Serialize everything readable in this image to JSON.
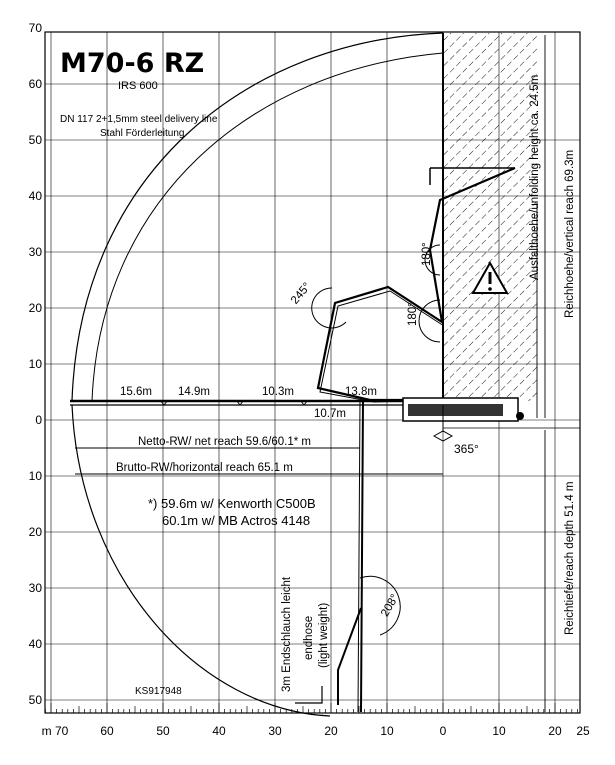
{
  "header": {
    "model": "M70-6 RZ",
    "irs": "IRS 600",
    "delivery_line_1": "DN 117 2+1,5mm steel delivery line",
    "delivery_line_2": "Stahl Förderleitung"
  },
  "axes": {
    "y_up_ticks": [
      "70",
      "60",
      "50",
      "40",
      "30",
      "20",
      "10",
      "0"
    ],
    "y_down_ticks": [
      "10",
      "20",
      "30",
      "40",
      "50"
    ],
    "x_ticks": [
      "m 70",
      "60",
      "50",
      "40",
      "30",
      "20",
      "10",
      "0",
      "10",
      "20",
      "25"
    ]
  },
  "boom_sections": [
    "15.6m",
    "14.9m",
    "10.3m",
    "13.8m",
    "10.7m"
  ],
  "angles": [
    "245°",
    "180°",
    "180°",
    "208°",
    "365°"
  ],
  "dimensions": {
    "net_reach": "Netto-RW/ net reach  59.6/60.1* m",
    "horizontal_reach": "Brutto-RW/horizontal reach  65.1 m",
    "unfolding_height": "Ausfalthoehe/unfolding height ca. 24.5m",
    "vertical_reach": "Reichhoehe/vertical reach  69.3m",
    "reach_depth": "Reichtiefe/reach depth  51.4 m"
  },
  "footnote": {
    "line_1": "*) 59.6m w/ Kenworth C500B",
    "line_2": "60.1m w/ MB Actros 4148"
  },
  "end_hose": {
    "line_1": "3m Endschlauch leicht",
    "line_2": "endhose",
    "line_3": "(light weight)"
  },
  "drawing_number": "KS917948",
  "warning_icon": "warning-triangle-icon"
}
